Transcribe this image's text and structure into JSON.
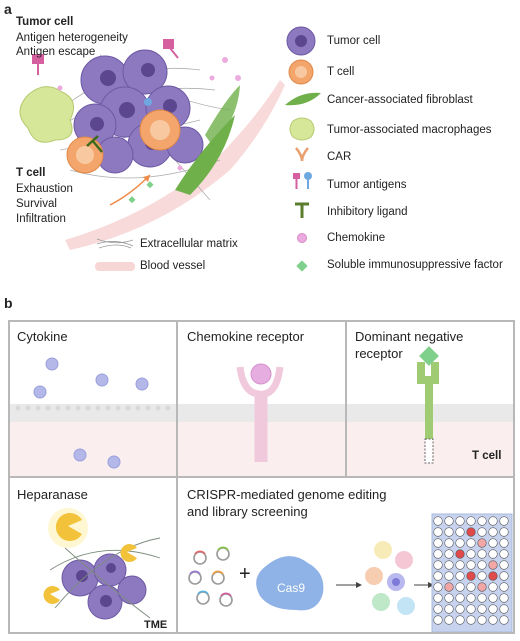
{
  "panel_a": {
    "letter": "a",
    "tumor_cell_heading": "Tumor cell",
    "tumor_cell_items": [
      "Antigen heterogeneity",
      "Antigen escape"
    ],
    "t_cell_heading": "T cell",
    "t_cell_items": [
      "Exhaustion",
      "Survival",
      "Infiltration"
    ],
    "bottom_legend": [
      "Extracellular matrix",
      "Blood vessel"
    ],
    "legend": [
      {
        "label": "Tumor cell",
        "icon": "tumor-cell-icon",
        "color": "#7e67b0"
      },
      {
        "label": "T cell",
        "icon": "t-cell-icon",
        "color": "#f0a56b"
      },
      {
        "label": "Cancer-associated fibroblast",
        "icon": "fibroblast-icon",
        "color": "#6fb04a"
      },
      {
        "label": "Tumor-associated macrophages",
        "icon": "macrophage-icon",
        "color": "#c9dd7a"
      },
      {
        "label": "CAR",
        "icon": "car-icon",
        "color": "#e9a070"
      },
      {
        "label": "Tumor antigens",
        "icon": "tumor-antigen-icon",
        "color": "#d65fa0"
      },
      {
        "label": "Inhibitory ligand",
        "icon": "inhibitory-ligand-icon",
        "color": "#5b7d2e"
      },
      {
        "label": "Chemokine",
        "icon": "chemokine-icon",
        "color": "#e69bd1"
      },
      {
        "label": "Soluble immunosuppressive factor",
        "icon": "immunosuppressive-factor-icon",
        "color": "#7fd08a"
      }
    ]
  },
  "panel_b": {
    "letter": "b",
    "cytokine": "Cytokine",
    "chemokine_receptor": "Chemokine receptor",
    "dnr_line1": "Dominant negative",
    "dnr_line2": "receptor",
    "t_cell_label": "T cell",
    "heparanase": "Heparanase",
    "tme": "TME",
    "crispr_line1": "CRISPR-mediated genome editing",
    "crispr_line2": "and library screening",
    "cas9": "Cas9",
    "plus": "+"
  }
}
